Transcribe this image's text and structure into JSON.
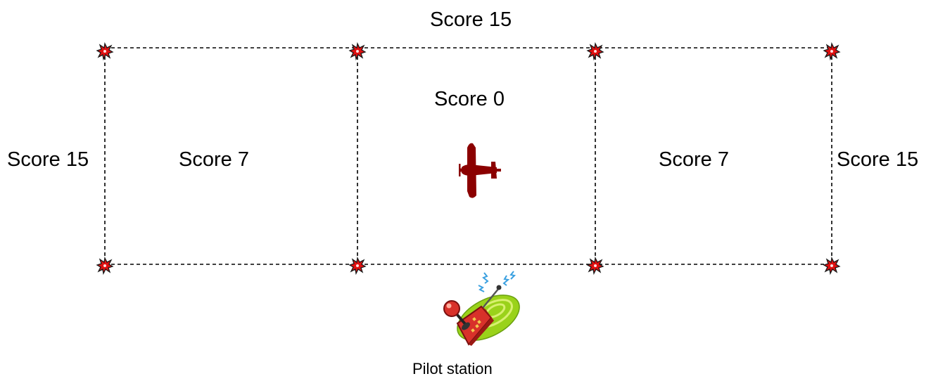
{
  "labels": {
    "top_score": "Score 15",
    "left_score": "Score 15",
    "right_score": "Score 15",
    "center_score": "Score 0",
    "left_zone_score": "Score 7",
    "right_zone_score": "Score 7",
    "pilot_station": "Pilot station"
  },
  "icons": {
    "corner_marker": "starburst-marker-icon",
    "aircraft": "airplane-icon",
    "pilot": "radio-controller-icon"
  },
  "colors": {
    "marker": "#e01010",
    "aircraft": "#8b0000",
    "controller_body": "#d8312a",
    "controller_ring": "#9ad21a",
    "signal": "#3aa0e0",
    "line": "#000000"
  }
}
